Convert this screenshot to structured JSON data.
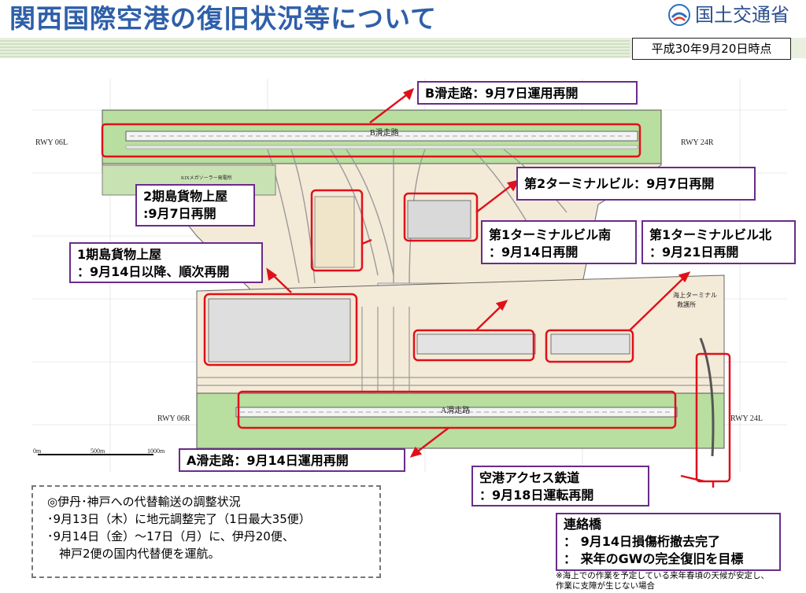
{
  "header": {
    "title": "関西国際空港の復旧状況等について",
    "ministry": "国土交通省",
    "date": "平成30年9月20日時点"
  },
  "map": {
    "runway_b_label": "B滑走路",
    "runway_a_label": "A滑走路",
    "rwy_06l": "RWY 06L",
    "rwy_24r": "RWY 24R",
    "rwy_06r": "RWY 06R",
    "rwy_24l": "RWY 24L",
    "scale": [
      "0m",
      "500m",
      "1000m"
    ],
    "solar_label": "KIXメガソーラー発電所",
    "sea_terminal_label": "海上ターミナル",
    "rescue_label": "救護所"
  },
  "callouts": {
    "runway_b": [
      "B滑走路：9月7日運用再開"
    ],
    "terminal2": [
      "第2ターミナルビル：9月7日再開"
    ],
    "cargo_phase2": [
      "2期島貨物上屋",
      ":9月7日再開"
    ],
    "terminal1_south": [
      "第1ターミナルビル南",
      "：9月14日再開"
    ],
    "terminal1_north": [
      "第1ターミナルビル北",
      "：9月21日再開"
    ],
    "cargo_phase1": [
      "1期島貨物上屋",
      "：9月14日以降、順次再開"
    ],
    "runway_a": [
      "A滑走路：9月14日運用再開"
    ],
    "railway": [
      "空港アクセス鉄道",
      "：9月18日運転再開"
    ],
    "bridge": [
      "連絡橋",
      "：  9月14日損傷桁撤去完了",
      "：  来年のGWの完全復旧を目標"
    ]
  },
  "alt_transport": [
    "◎伊丹･神戸への代替輸送の調整状況",
    "･9月13日（木）に地元調整完了（1日最大35便）",
    "･9月14日（金）～17日（月）に、伊丹20便、",
    "　神戸2便の国内代替便を運航。"
  ],
  "note": [
    "※海上での作業を予定している来年春頃の天候が安定し、",
    "作業に支障が生じない場合"
  ],
  "colors": {
    "title_blue": "#2e5fa9",
    "highlight_red": "#e0101a",
    "callout_border": "#6a2b8a",
    "grass": "#b8dea0",
    "runway": "#f4f4f4"
  }
}
